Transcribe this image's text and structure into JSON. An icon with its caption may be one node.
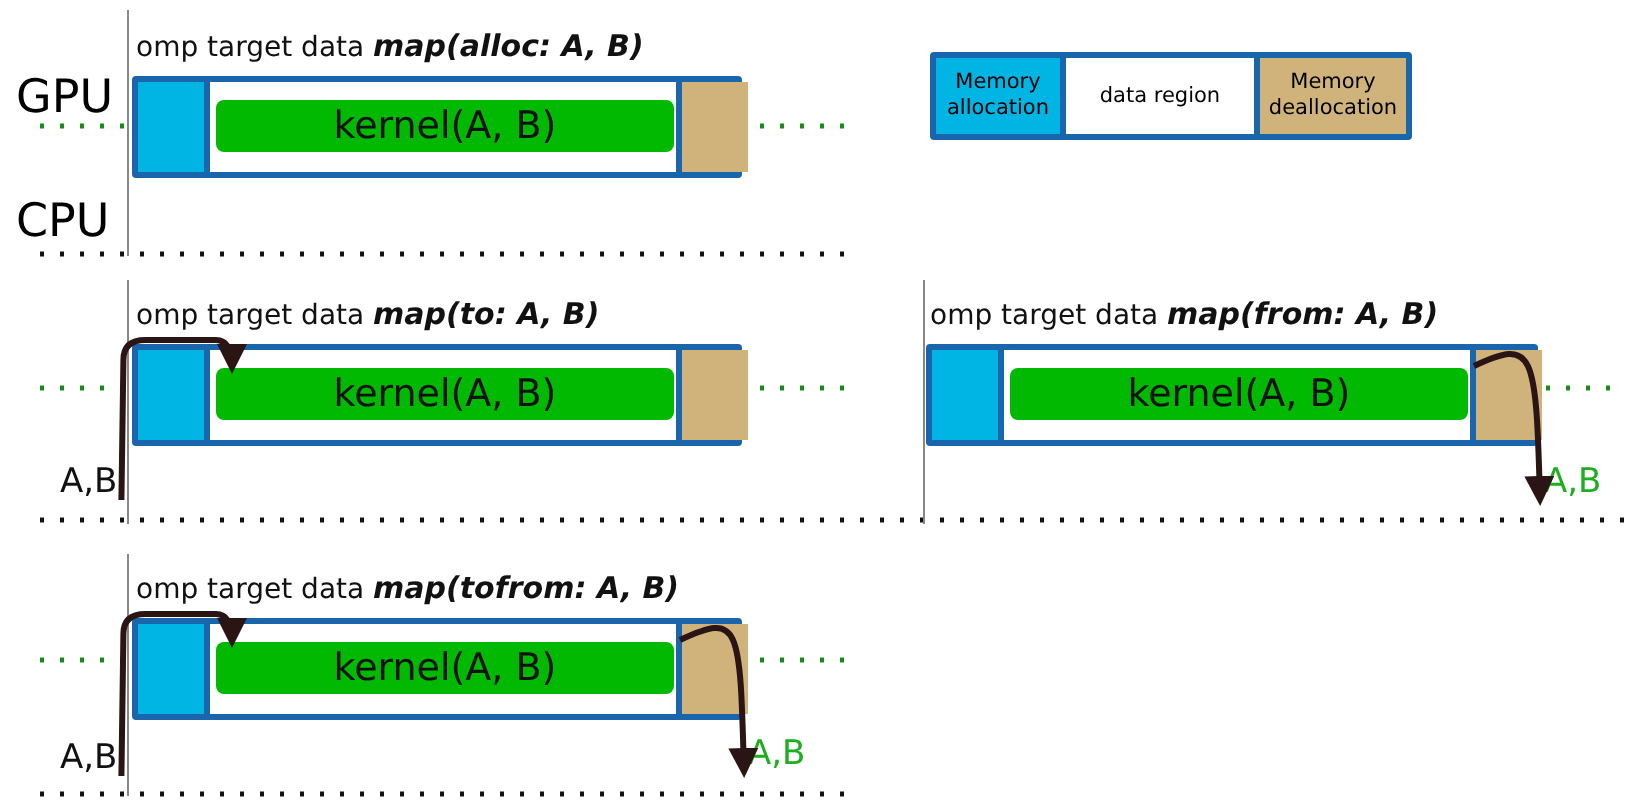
{
  "diagram": {
    "nodes": [
      {
        "text": [
          "omp target data **map(alloc: A, B)**"
        ]
      },
      {
        "text": [],
        "shape": "box",
        "in": 0
      },
      {
        "text": [
          "kernel(A, B)"
        ],
        "in": 0
      },
      {
        "text": [],
        "shape": "box",
        "in": 0
      },
      {
        "text": [
          "omp target data **map(to: A, B)**"
        ]
      },
      {
        "text": [],
        "shape": "box",
        "in": 4
      },
      {
        "text": [
          "kernel(A, B)"
        ],
        "in": 4
      },
      {
        "text": [],
        "shape": "box",
        "in": 4
      },
      {
        "text": [
          "omp target data **map(from: A, B)**"
        ]
      },
      {
        "text": [],
        "shape": "box",
        "in": 8
      },
      {
        "text": [
          "kernel(A, B)"
        ],
        "in": 8
      },
      {
        "text": [],
        "shape": "box",
        "in": 8
      },
      {
        "text": [
          "A,B"
        ]
      },
      {
        "text": [
          "A,B"
        ]
      },
      {
        "text": [
          "omp target data **map(tofrom: A, B)**"
        ]
      },
      {
        "text": [],
        "shape": "box",
        "in": 14
      },
      {
        "text": [
          "kernel(A, B)"
        ],
        "in": 14
      },
      {
        "text": [],
        "shape": "box",
        "in": 14
      },
      {
        "text": [
          "A,B"
        ]
      },
      {
        "text": [
          "A,B"
        ]
      }
    ],
    "edges": [
      {
        "from": 12,
        "to": 6,
        "arrow": "to"
      },
      {
        "from": 11,
        "to": 13,
        "arrow": "to"
      },
      {
        "from": 18,
        "to": 16,
        "arrow": "to"
      },
      {
        "from": 17,
        "to": 19,
        "arrow": "to"
      }
    ],
    "labels": [
      "GPU",
      "CPU"
    ],
    "legend": [
      {
        "text": "Memory allocation",
        "color": "#00b4e4"
      },
      {
        "text": "data region",
        "color": "#ffffff"
      },
      {
        "text": "Memory deallocation",
        "color": "#cfb37a"
      }
    ]
  }
}
